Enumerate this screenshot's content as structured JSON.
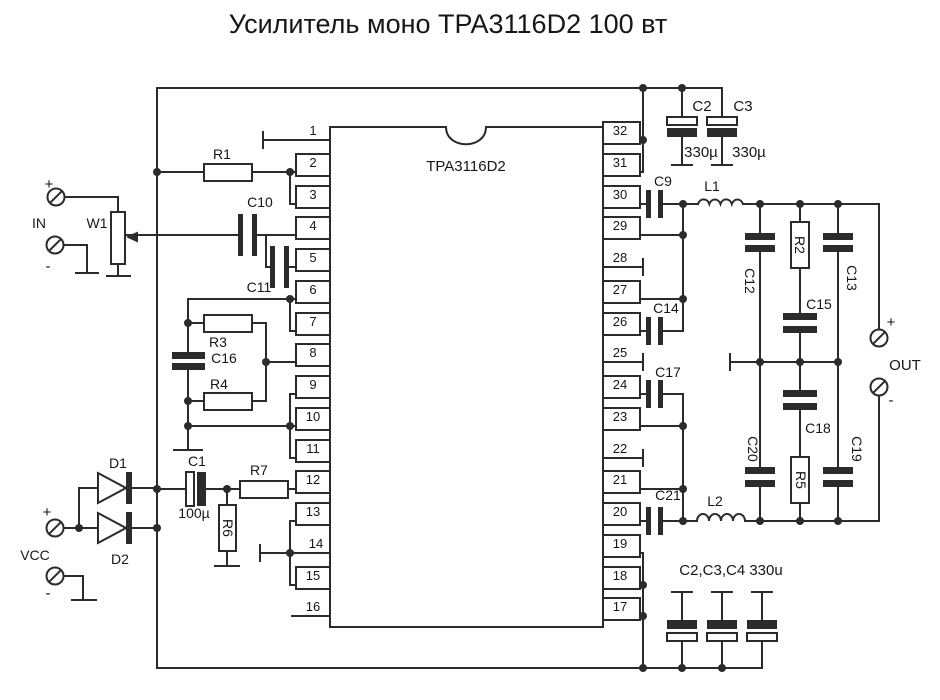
{
  "title": "Усилитель моно TPA3116D2 100 вт",
  "colors": {
    "line": "#2b2b2b",
    "background": "#ffffff"
  },
  "ic": {
    "name": "TPA3116D2",
    "pin_labels": {
      "p1": "1",
      "p2": "2",
      "p3": "3",
      "p4": "4",
      "p5": "5",
      "p6": "6",
      "p7": "7",
      "p8": "8",
      "p9": "9",
      "p10": "10",
      "p11": "11",
      "p12": "12",
      "p13": "13",
      "p14": "14",
      "p15": "15",
      "p16": "16",
      "p17": "17",
      "p18": "18",
      "p19": "19",
      "p20": "20",
      "p21": "21",
      "p22": "22",
      "p23": "23",
      "p24": "24",
      "p25": "25",
      "p26": "26",
      "p27": "27",
      "p28": "28",
      "p29": "29",
      "p30": "30",
      "p31": "31",
      "p32": "32"
    }
  },
  "terminals": {
    "in": {
      "label": "IN",
      "plus": "+",
      "minus": "-"
    },
    "vcc": {
      "label": "VCC",
      "plus": "+",
      "minus": "-"
    },
    "out": {
      "label": "OUT",
      "plus": "+",
      "minus": "-"
    }
  },
  "components": {
    "w1": "W1",
    "r1": "R1",
    "c10": "C10",
    "c11": "C11",
    "r3": "R3",
    "c16": "C16",
    "r4": "R4",
    "d1": "D1",
    "d2": "D2",
    "c1": "C1",
    "c1_value": "100µ",
    "r7": "R7",
    "r6": "R6",
    "c2": "C2",
    "c2_value": "330µ",
    "c3": "C3",
    "c3_value": "330µ",
    "c9": "C9",
    "l1": "L1",
    "c12": "C12",
    "r2": "R2",
    "c13": "C13",
    "c15": "C15",
    "c14": "C14",
    "c17": "C17",
    "c18": "C18",
    "c20": "C20",
    "r5": "R5",
    "c19": "C19",
    "c21": "C21",
    "l2": "L2",
    "bottom_caps_note": "C2,C3,C4 330u"
  }
}
